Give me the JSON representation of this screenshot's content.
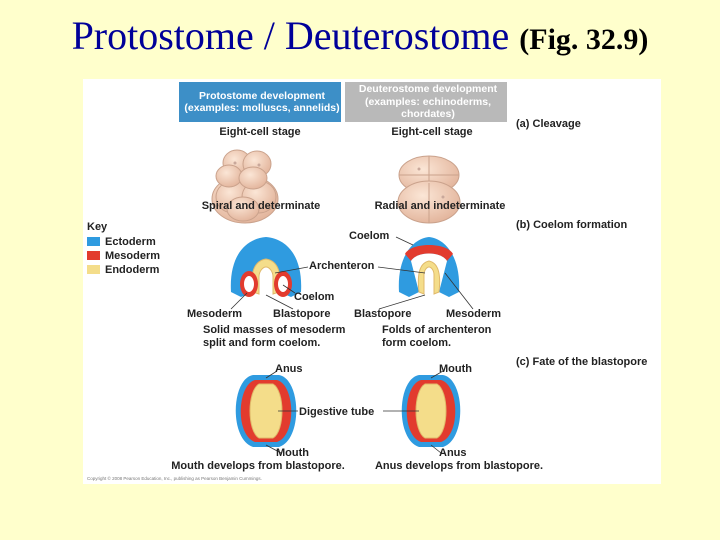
{
  "title": {
    "main": "Protostome / Deuterostome ",
    "ref": "(Fig. 32.9)"
  },
  "headers": {
    "protostome": "Protostome development (examples: molluscs, annelids)",
    "deuterostome": "Deuterostome development (examples: echinoderms, chordates)"
  },
  "sections": {
    "cleavage": "(a) Cleavage",
    "coelom": "(b) Coelom formation",
    "blastopore": "(c) Fate of the blastopore"
  },
  "labels": {
    "eight_cell_left": "Eight-cell stage",
    "eight_cell_right": "Eight-cell stage",
    "spiral": "Spiral and determinate",
    "radial": "Radial and indeterminate",
    "coelom_top": "Coelom",
    "archenteron": "Archenteron",
    "coelom_left": "Coelom",
    "mesoderm_left": "Mesoderm",
    "blastopore_left": "Blastopore",
    "blastopore_right": "Blastopore",
    "mesoderm_right": "Mesoderm",
    "solid_masses": "Solid masses of mesoderm\nsplit and form coelom.",
    "folds": "Folds of archenteron\nform coelom.",
    "anus_left": "Anus",
    "mouth_right": "Mouth",
    "digestive_tube": "Digestive tube",
    "mouth_left": "Mouth",
    "anus_right": "Anus",
    "mouth_develops": "Mouth develops from blastopore.",
    "anus_develops": "Anus develops from blastopore."
  },
  "key": {
    "title": "Key",
    "items": [
      {
        "label": "Ectoderm",
        "color": "#2f9be0"
      },
      {
        "label": "Mesoderm",
        "color": "#e23b2e"
      },
      {
        "label": "Endoderm",
        "color": "#f4dd8a"
      }
    ]
  },
  "copyright": "Copyright © 2008 Pearson Education, Inc., publishing as Pearson Benjamin Cummings."
}
